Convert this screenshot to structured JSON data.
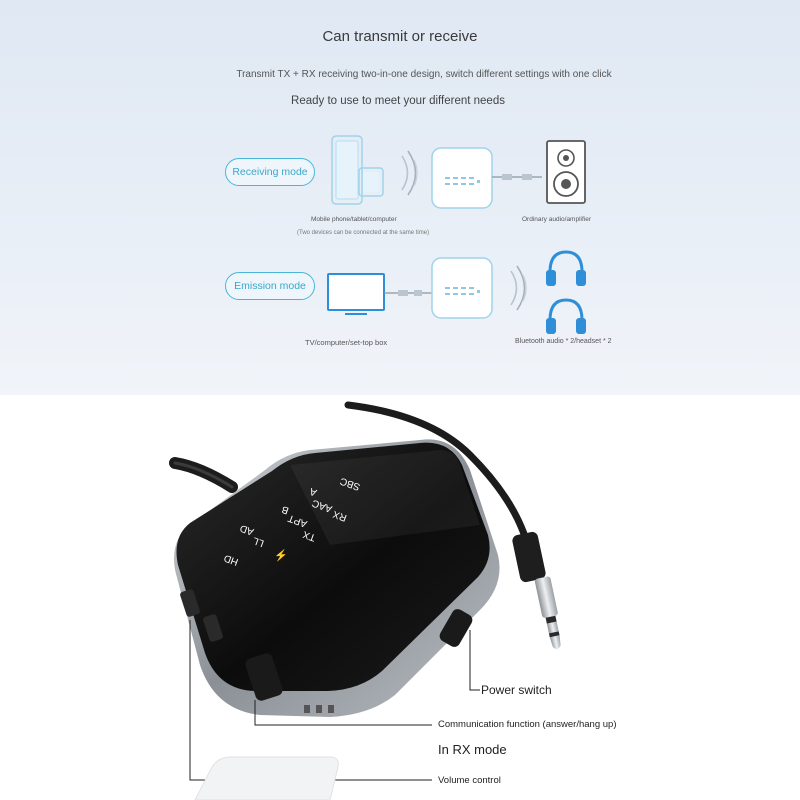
{
  "header": {
    "title": "Can transmit or receive",
    "subtitle": "Transmit TX + RX receiving two-in-one design, switch different settings with one click",
    "tagline": "Ready to use to meet your different needs"
  },
  "receiving": {
    "mode_label": "Receiving mode",
    "source_caption": "Mobile phone/tablet/computer",
    "source_note": "(Two devices can be connected at the same time)",
    "output_caption": "Ordinary audio/amplifier"
  },
  "emission": {
    "mode_label": "Emission mode",
    "source_caption": "TV/computer/set-top box",
    "output_caption": "Bluetooth audio * 2/headset * 2"
  },
  "device": {
    "indicators": [
      "SBC",
      "AAC",
      "APT",
      "LL",
      "HD",
      "RX",
      "TX",
      "A",
      "B",
      "AD"
    ]
  },
  "annotations": {
    "power_switch": "Power switch",
    "communication": "Communication function (answer/hang up)",
    "rx_mode": "In RX mode",
    "volume": "Volume control"
  },
  "colors": {
    "accent": "#49b6d8",
    "icon_blue": "#2f8ed8",
    "device_body": "#111111",
    "device_frame": "#9aa0a6"
  }
}
